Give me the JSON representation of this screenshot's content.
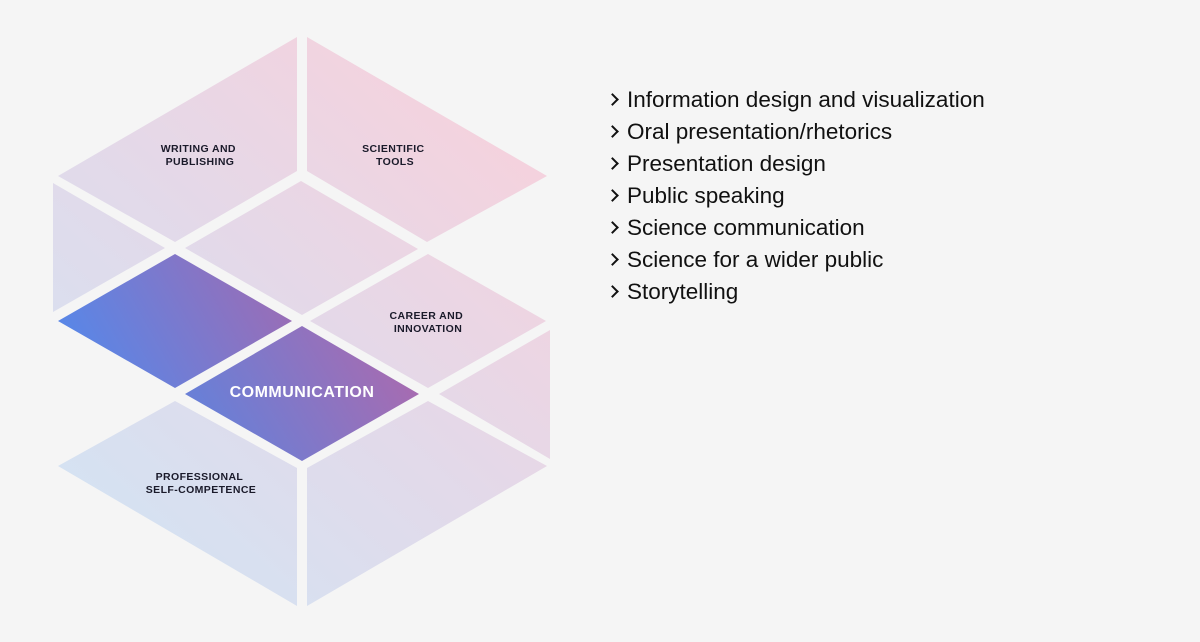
{
  "diagram": {
    "segments": {
      "writing": [
        "WRITING AND",
        "PUBLISHING"
      ],
      "scientific": [
        "SCIENTIFIC",
        "TOOLS"
      ],
      "career": [
        "CAREER AND",
        "INNOVATION"
      ],
      "communication": "COMMUNICATION",
      "professional": [
        "PROFESSIONAL",
        "SELF-COMPETENCE"
      ]
    },
    "highlighted": "communication",
    "colors": {
      "pale_blue": "#d3e4f5",
      "pale_pink": "#f8d0db",
      "accent_blue": "#5a86e6",
      "accent_purple": "#a86bb0",
      "background": "#f5f5f5"
    }
  },
  "topics": {
    "icon": "chevron-right-icon",
    "items": [
      "Information design and visualization",
      "Oral presentation/rhetorics",
      "Presentation design",
      "Public speaking",
      "Science communication",
      "Science for a wider public",
      "Storytelling"
    ]
  }
}
